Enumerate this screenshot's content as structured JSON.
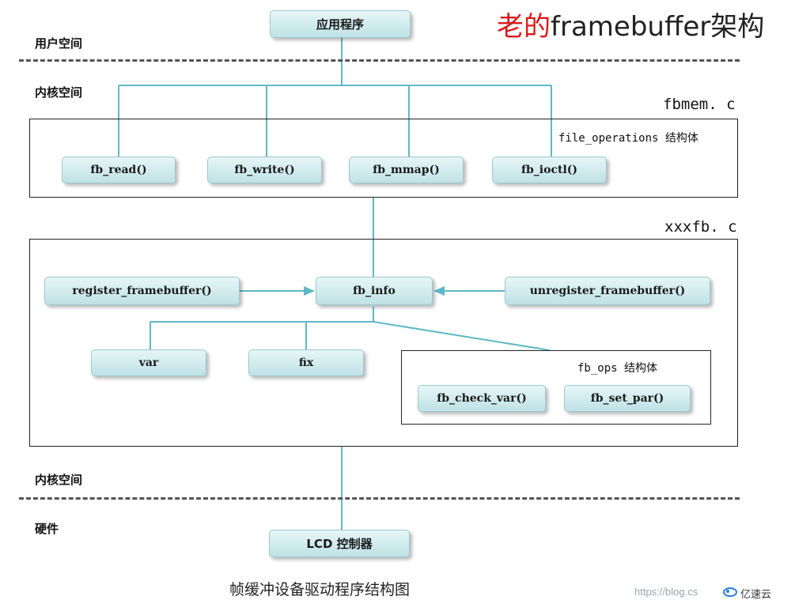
{
  "title": {
    "old": "老的",
    "rest": "framebuffer架构"
  },
  "zones": {
    "user_space": "用户空间",
    "kernel_space_top": "内核空间",
    "kernel_space_bottom": "内核空间",
    "hardware": "硬件"
  },
  "files": {
    "fbmem": "fbmem. c",
    "xxxfb": "xxxfb. c"
  },
  "structs": {
    "file_operations": "file_operations 结构体",
    "fb_ops": "fb_ops 结构体"
  },
  "nodes": {
    "app": "应用程序",
    "fb_read": "fb_read()",
    "fb_write": "fb_write()",
    "fb_mmap": "fb_mmap()",
    "fb_ioctl": "fb_ioctl()",
    "register_framebuffer": "register_framebuffer()",
    "fb_info": "fb_info",
    "unregister_framebuffer": "unregister_framebuffer()",
    "var": "var",
    "fix": "fix",
    "fb_check_var": "fb_check_var()",
    "fb_set_par": "fb_set_par()",
    "lcd": "LCD 控制器"
  },
  "caption": "帧缓冲设备驱动程序结构图",
  "watermark": {
    "url": "https://blog.cs",
    "brand": "亿速云"
  },
  "colors": {
    "connector": "#5fb8c6",
    "title_red": "#d81b1b"
  }
}
